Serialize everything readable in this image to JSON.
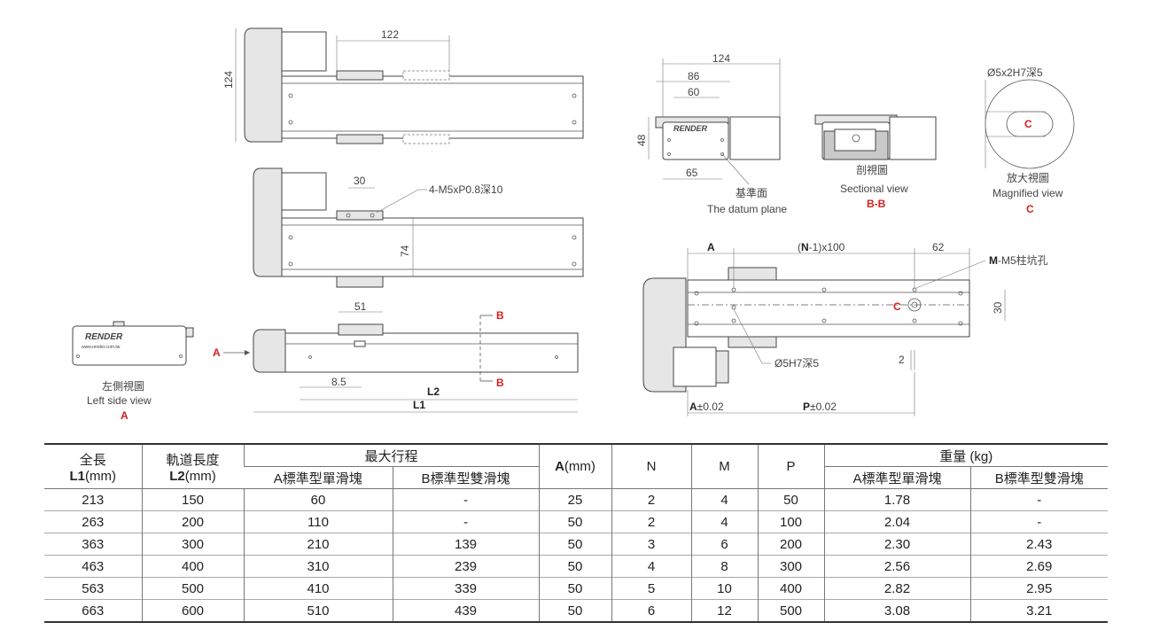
{
  "top_view": {
    "dim_length": "122",
    "dim_height": "124"
  },
  "mid_view": {
    "dim_pitch": "30",
    "hole_note": "4-M5xP0.8深10",
    "dim_height": "74"
  },
  "side_view": {
    "dim_51": "51",
    "dim_8_5": "8.5",
    "l2": "L2",
    "l1": "L1",
    "marker_a": "A",
    "marker_b_top": "B",
    "marker_b_bottom": "B"
  },
  "left_side": {
    "logo": "RENDER",
    "url": "www.render.com.tw",
    "label_zh": "左側視圖",
    "label_en": "Left side view",
    "marker": "A"
  },
  "datum_view": {
    "dim_124": "124",
    "dim_86": "86",
    "dim_60": "60",
    "dim_48": "48",
    "dim_65": "65",
    "logo": "RENDER",
    "label_zh": "基準面",
    "label_en": "The datum plane"
  },
  "section_view": {
    "label_zh": "剖視圖",
    "label_en": "Sectional view",
    "marker": "B-B"
  },
  "magnified": {
    "dim_note": "Ø5x2H7深5",
    "label_zh": "放大視圖",
    "label_en": "Magnified view",
    "marker": "C",
    "inner_marker": "C"
  },
  "plan_view": {
    "dim_a": "A",
    "dim_n_bold": "N",
    "dim_n_rest": "-1)x100",
    "dim_n_open": "(",
    "dim_62": "62",
    "m_bold": "M",
    "m_rest": "-M5柱坑孔",
    "dim_30": "30",
    "c_marker": "C",
    "hole_note": "Ø5H7深5",
    "dim_2": "2",
    "a_tol_bold": "A",
    "a_tol_rest": "±0.02",
    "p_tol_bold": "P",
    "p_tol_rest": "±0.02"
  },
  "table": {
    "h_l1_zh": "全長",
    "h_l1_b": "L1",
    "h_l1_u": "(mm)",
    "h_l2_zh": "軌道長度",
    "h_l2_b": "L2",
    "h_l2_u": "(mm)",
    "h_stroke": "最大行程",
    "h_stroke_a": "A標準型單滑塊",
    "h_stroke_b": "B標準型雙滑塊",
    "h_a_b": "A",
    "h_a_u": "(mm)",
    "h_n": "N",
    "h_m": "M",
    "h_p": "P",
    "h_weight": "重量 (kg)",
    "h_weight_a": "A標準型單滑塊",
    "h_weight_b": "B標準型雙滑塊",
    "rows": [
      [
        "213",
        "150",
        "60",
        "-",
        "25",
        "2",
        "4",
        "50",
        "1.78",
        "-"
      ],
      [
        "263",
        "200",
        "110",
        "-",
        "50",
        "2",
        "4",
        "100",
        "2.04",
        "-"
      ],
      [
        "363",
        "300",
        "210",
        "139",
        "50",
        "3",
        "6",
        "200",
        "2.30",
        "2.43"
      ],
      [
        "463",
        "400",
        "310",
        "239",
        "50",
        "4",
        "8",
        "300",
        "2.56",
        "2.69"
      ],
      [
        "563",
        "500",
        "410",
        "339",
        "50",
        "5",
        "10",
        "400",
        "2.82",
        "2.95"
      ],
      [
        "663",
        "600",
        "510",
        "439",
        "50",
        "6",
        "12",
        "500",
        "3.08",
        "3.21"
      ]
    ]
  },
  "colors": {
    "accent_red": "#d6201f",
    "line": "#444444"
  }
}
